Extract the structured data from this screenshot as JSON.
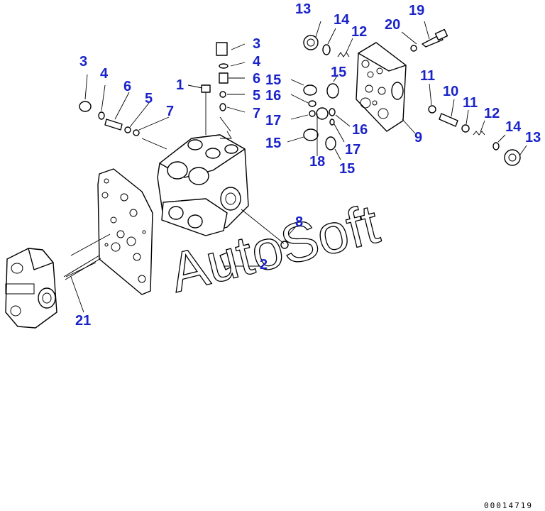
{
  "diagram": {
    "callout_color": "#1a23c8",
    "line_color": "#000000",
    "watermark": "AutoSoft",
    "document_number": "00014719",
    "callouts": {
      "c1": "1",
      "c2": "2",
      "c3a": "3",
      "c3b": "3",
      "c4a": "4",
      "c4b": "4",
      "c5a": "5",
      "c5b": "5",
      "c6a": "6",
      "c6b": "6",
      "c7a": "7",
      "c7b": "7",
      "c8": "8",
      "c9": "9",
      "c10": "10",
      "c11a": "11",
      "c11b": "11",
      "c12a": "12",
      "c12b": "12",
      "c13a": "13",
      "c13b": "13",
      "c14a": "14",
      "c14b": "14",
      "c15a": "15",
      "c15b": "15",
      "c15c": "15",
      "c15d": "15",
      "c16a": "16",
      "c16b": "16",
      "c17a": "17",
      "c17b": "17",
      "c18": "18",
      "c19": "19",
      "c20": "20",
      "c21": "21"
    }
  }
}
